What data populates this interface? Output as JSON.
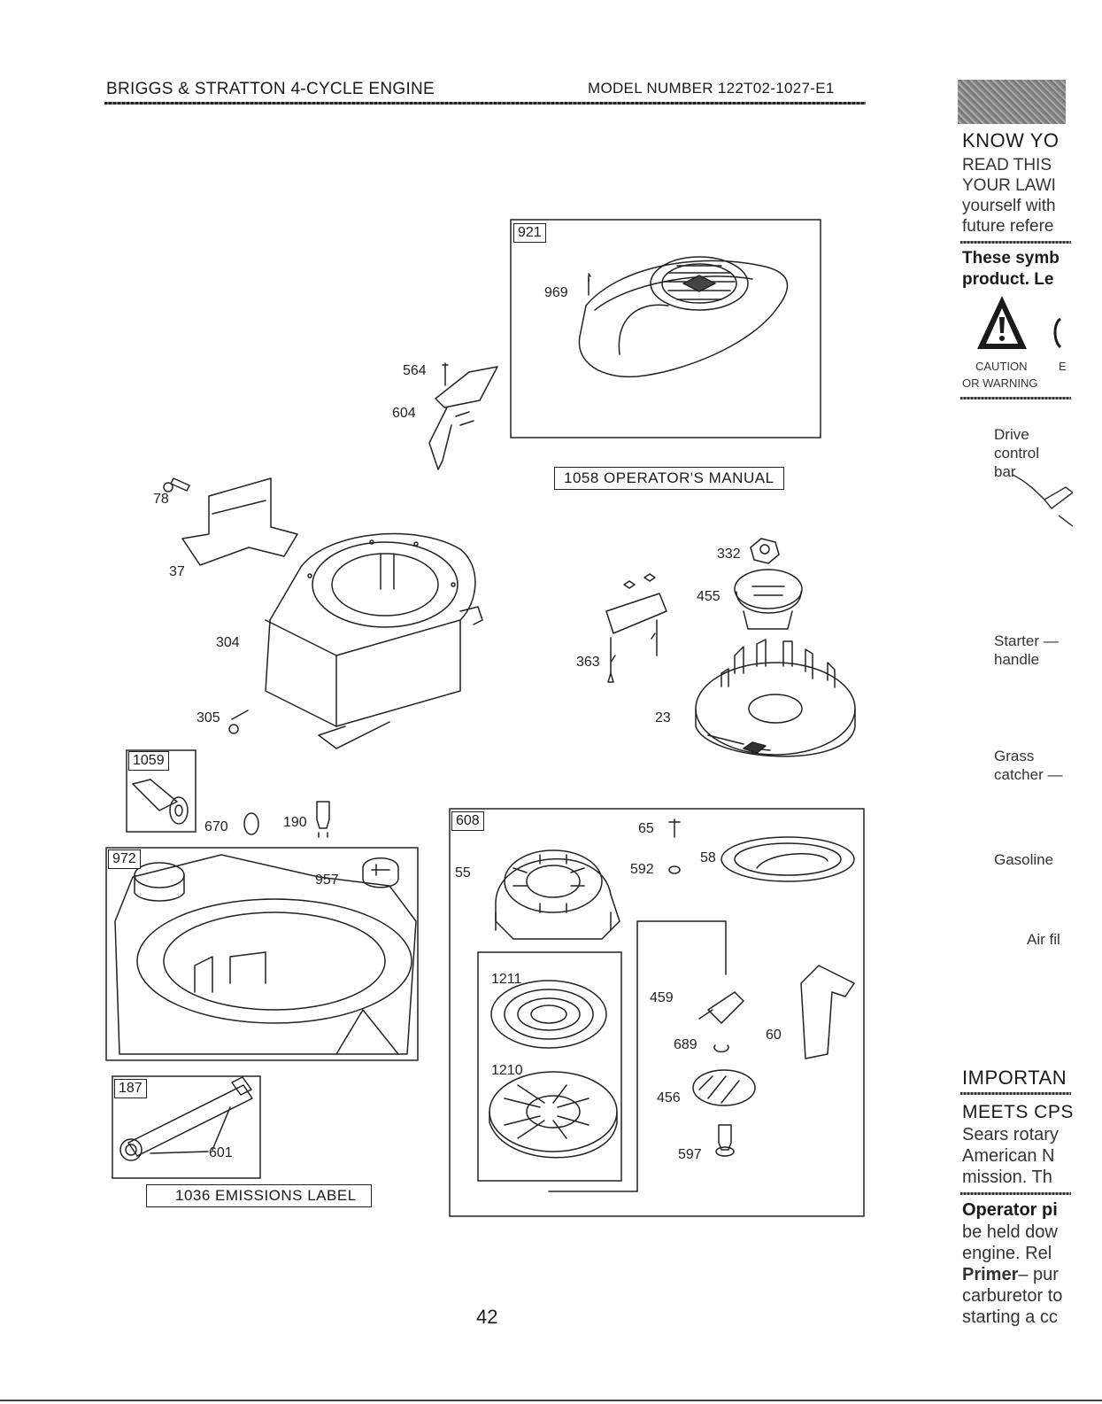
{
  "header": {
    "title": "BRIGGS & STRATTON 4-CYCLE ENGINE",
    "model": "MODEL NUMBER 122T02-1027-E1"
  },
  "parts": {
    "p969": "969",
    "p564": "564",
    "p604": "604",
    "p78": "78",
    "p37": "37",
    "p304": "304",
    "p305": "305",
    "p332": "332",
    "p455": "455",
    "p363": "363",
    "p23": "23",
    "p670": "670",
    "p190": "190",
    "p957": "957",
    "p601": "601",
    "p65": "65",
    "p592": "592",
    "p58": "58",
    "p55": "55",
    "p1211": "1211",
    "p1210": "1210",
    "p459": "459",
    "p689": "689",
    "p60": "60",
    "p456": "456",
    "p597": "597"
  },
  "boxes": {
    "b921": "921",
    "b1059": "1059",
    "b972": "972",
    "b187": "187",
    "b608": "608"
  },
  "labels": {
    "manual": "1058 OPERATOR'S MANUAL",
    "emissions": "1036 EMISSIONS LABEL"
  },
  "page_number": "42",
  "right_column": {
    "heading": "KNOW YO",
    "line1": "READ THIS",
    "line2": "YOUR LAWI",
    "line3": "yourself with",
    "line4": "future refere",
    "bold1": "These symb",
    "bold2": "product.  Le",
    "caution1": "CAUTION",
    "caution1b": "E",
    "caution2": "OR WARNING",
    "drive1": "Drive",
    "drive2": "control",
    "drive3": "bar",
    "starter1": "Starter",
    "starter2": "handle",
    "grass1": "Grass",
    "grass2": "catcher",
    "gasoline": "Gasoline",
    "airfil": "Air fil",
    "important": "IMPORTAN",
    "meets": "MEETS CPS",
    "sears1": "Sears rotary",
    "sears2": "American N",
    "sears3": "mission.  Th",
    "operator_b": "Operator pi",
    "op1": "be held dow",
    "op2": "engine.  Rel",
    "primer_b": "Primer",
    "primer_t": "– pur",
    "carb": "carburetor to",
    "starting": "starting a cc"
  }
}
